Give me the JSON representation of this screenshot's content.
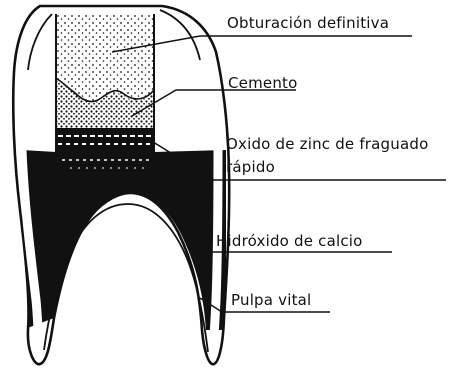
{
  "labels": {
    "obturacion": "Obturación  definitiva",
    "cemento": "Cemento",
    "oxido_line1": "Oxido  de  zinc  de  fraguado",
    "oxido_line2": "rápido",
    "hidroxido": "Hidróxido  de  calcio",
    "pulpa": "Pulpa  vital"
  },
  "colors": {
    "ink": "#111111",
    "background": "#ffffff"
  }
}
